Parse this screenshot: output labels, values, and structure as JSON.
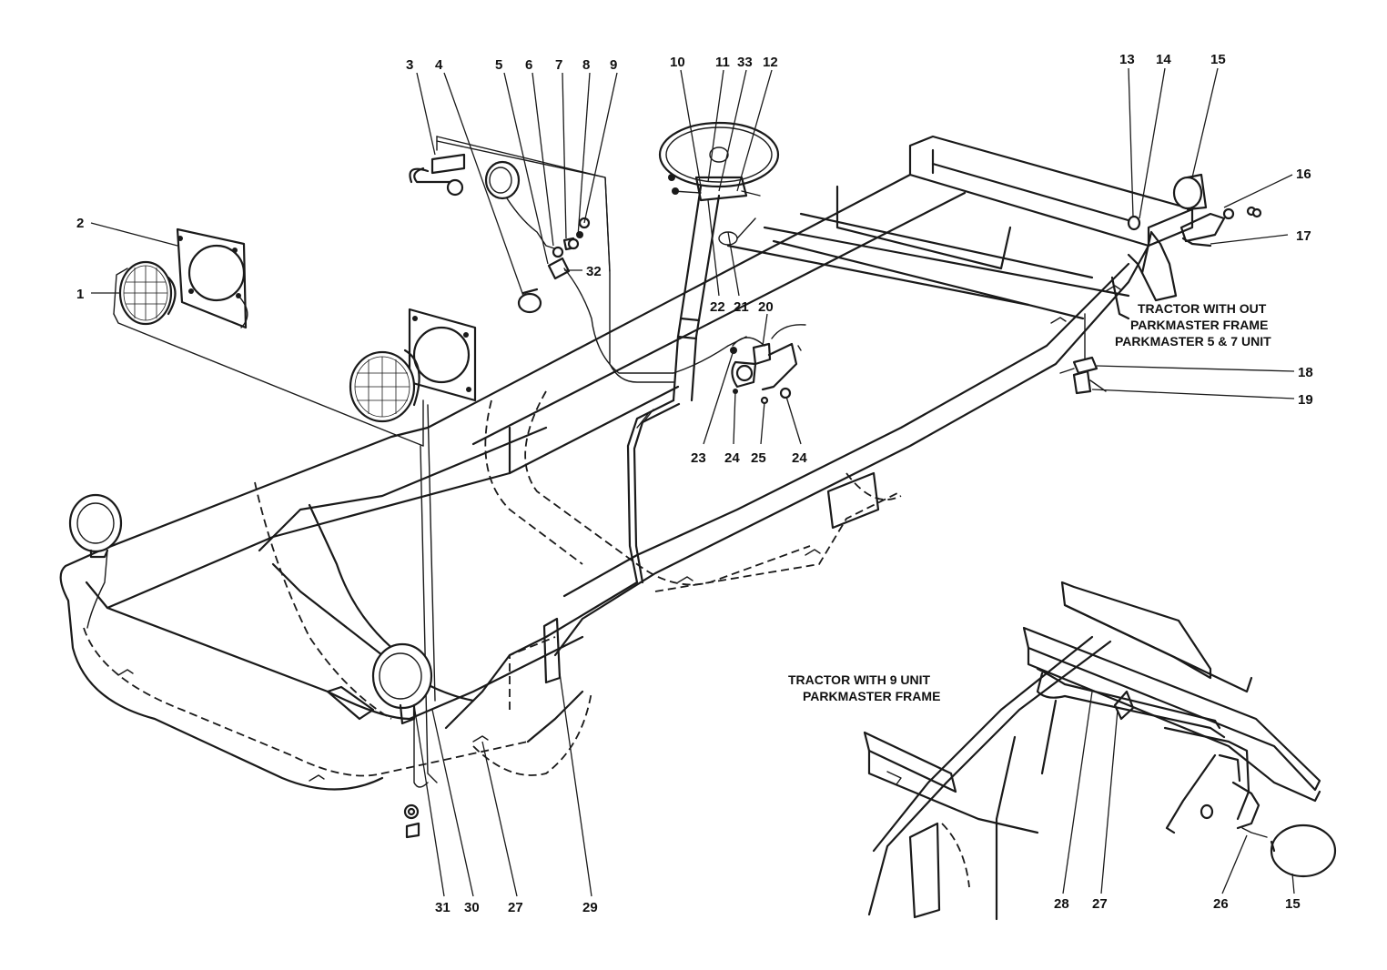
{
  "callouts": [
    {
      "id": "c1",
      "label": "1"
    },
    {
      "id": "c2",
      "label": "2"
    },
    {
      "id": "c3",
      "label": "3"
    },
    {
      "id": "c4",
      "label": "4"
    },
    {
      "id": "c5",
      "label": "5"
    },
    {
      "id": "c6",
      "label": "6"
    },
    {
      "id": "c7",
      "label": "7"
    },
    {
      "id": "c8",
      "label": "8"
    },
    {
      "id": "c9",
      "label": "9"
    },
    {
      "id": "c10",
      "label": "10"
    },
    {
      "id": "c11",
      "label": "11"
    },
    {
      "id": "c33",
      "label": "33"
    },
    {
      "id": "c12",
      "label": "12"
    },
    {
      "id": "c13",
      "label": "13"
    },
    {
      "id": "c14",
      "label": "14"
    },
    {
      "id": "c15a",
      "label": "15"
    },
    {
      "id": "c16",
      "label": "16"
    },
    {
      "id": "c17",
      "label": "17"
    },
    {
      "id": "c18",
      "label": "18"
    },
    {
      "id": "c19",
      "label": "19"
    },
    {
      "id": "c20",
      "label": "20"
    },
    {
      "id": "c21",
      "label": "21"
    },
    {
      "id": "c22",
      "label": "22"
    },
    {
      "id": "c23",
      "label": "23"
    },
    {
      "id": "c24a",
      "label": "24"
    },
    {
      "id": "c25",
      "label": "25"
    },
    {
      "id": "c24b",
      "label": "24"
    },
    {
      "id": "c32",
      "label": "32"
    },
    {
      "id": "c31",
      "label": "31"
    },
    {
      "id": "c30",
      "label": "30"
    },
    {
      "id": "c27a",
      "label": "27"
    },
    {
      "id": "c29",
      "label": "29"
    },
    {
      "id": "c28",
      "label": "28"
    },
    {
      "id": "c27b",
      "label": "27"
    },
    {
      "id": "c26",
      "label": "26"
    },
    {
      "id": "c15b",
      "label": "15"
    }
  ],
  "notes": {
    "without_frame_line1": "TRACTOR WITH OUT",
    "without_frame_line2": "PARKMASTER FRAME",
    "without_frame_line3": "PARKMASTER 5 & 7 UNIT",
    "nine_unit_line1": "TRACTOR WITH 9 UNIT",
    "nine_unit_line2": "PARKMASTER FRAME"
  }
}
